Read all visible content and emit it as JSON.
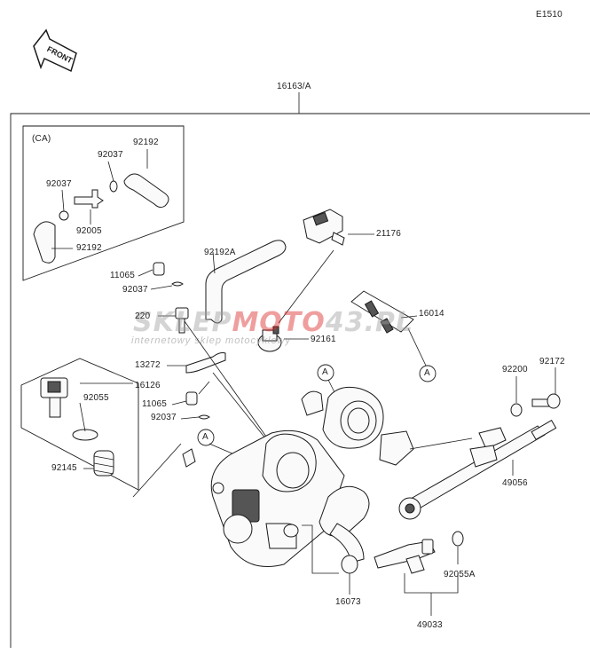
{
  "diagram_code": "E1510",
  "front_arrow_label": "FRONT",
  "ca_label": "(CA)",
  "watermark": {
    "main_gray": "SKLEP",
    "main_red": "MOTO",
    "main_end": "43.PL",
    "sub": "internetowy sklep motocyklowy"
  },
  "parts": {
    "assembly": "16163/A",
    "p92192_top": "92192",
    "p92037_top": "92037",
    "p92037_left": "92037",
    "p92005": "92005",
    "p92192_bottom": "92192",
    "p21176": "21176",
    "p92192A": "92192A",
    "p11065_top": "11065",
    "p92037_mid": "92037",
    "p220": "220",
    "p16014": "16014",
    "p92161": "92161",
    "p13272": "13272",
    "p16126": "16126",
    "p92055": "92055",
    "p11065_low": "11065",
    "p92037_low": "92037",
    "p92200": "92200",
    "p92172": "92172",
    "p92145": "92145",
    "p49056": "49056",
    "p16073": "16073",
    "p92055A": "92055A",
    "p49033": "49033",
    "ref_a": "A"
  }
}
